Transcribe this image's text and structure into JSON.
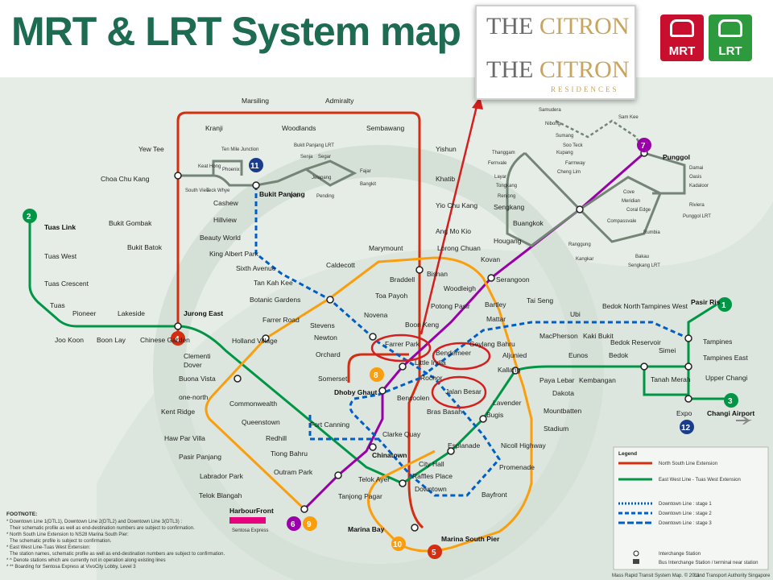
{
  "header": {
    "title": "MRT & LRT System map",
    "brand_the": "THE",
    "brand_citron": "CITRON",
    "brand_residences": "RESIDENCES",
    "mrt_logo": "MRT",
    "lrt_logo": "LRT"
  },
  "colors": {
    "north_south": "#d42e12",
    "east_west": "#009645",
    "north_east": "#9900aa",
    "circle": "#fa9e0d",
    "downtown": "#005ec4",
    "lrt": "#748477",
    "highlight": "#d51f1f"
  },
  "line_numbers": [
    "1",
    "2",
    "3",
    "4",
    "5",
    "6",
    "7",
    "8",
    "9",
    "10",
    "11",
    "12"
  ],
  "stations": [
    "Marsiling",
    "Admiralty",
    "Kranji",
    "Woodlands",
    "Sembawang",
    "Yew Tee",
    "Yishun",
    "Choa Chu Kang",
    "Khatib",
    "Bukit Gombak",
    "Yio Chu Kang",
    "Bukit Batok",
    "Ang Mo Kio",
    "Jurong East",
    "Tuas Link",
    "Tuas West",
    "Tuas Crescent",
    "Tuas",
    "Pioneer",
    "Lakeside",
    "Joo Koon",
    "Boon Lay",
    "Chinese Garden",
    "Clementi",
    "Dover",
    "Buona Vista",
    "one-north",
    "Commonwealth",
    "Kent Ridge",
    "Queenstown",
    "Haw Par Villa",
    "Redhill",
    "Pasir Panjang",
    "Tiong Bahru",
    "Labrador Park",
    "Outram Park",
    "Telok Blangah",
    "HarbourFront",
    "Tanjong Pagar",
    "Telok Ayer",
    "Chinatown",
    "Clarke Quay",
    "Raffles Place",
    "City Hall",
    "Downtown",
    "Bayfront",
    "Marina Bay",
    "Marina South Pier",
    "Esplanade",
    "Promenade",
    "Nicoll Highway",
    "Stadium",
    "Mountbatten",
    "Dakota",
    "Bugis",
    "Bras Basah",
    "Bencoolen",
    "Fort Canning",
    "Dhoby Ghaut",
    "Somerset",
    "Orchard",
    "Newton",
    "Stevens",
    "Holland Village",
    "Farrer Road",
    "Botanic Gardens",
    "Tan Kah Kee",
    "Sixth Avenue",
    "King Albert Park",
    "Beauty World",
    "Hillview",
    "Cashew",
    "Bukit Panjang",
    "Caldecott",
    "Marymount",
    "Bishan",
    "Braddell",
    "Toa Payoh",
    "Novena",
    "Lorong Chuan",
    "Woodleigh",
    "Potong Pasir",
    "Boon Keng",
    "Farrer Park",
    "Little India",
    "Rochor",
    "Jalan Besar",
    "Bendemeer",
    "Geylang Bahru",
    "Mattar",
    "Bartley",
    "Serangoon",
    "Kovan",
    "Hougang",
    "Buangkok",
    "Sengkang",
    "Punggol",
    "Tai Seng",
    "Ubi",
    "MacPherson",
    "Kaki Bukit",
    "Bedok North",
    "Bedok Reservoir",
    "Tampines West",
    "Tampines",
    "Tampines East",
    "Pasir Ris",
    "Simei",
    "Upper Changi",
    "Tanah Merah",
    "Expo",
    "Changi Airport",
    "Bedok",
    "Kembangan",
    "Eunos",
    "Paya Lebar",
    "Aljunied",
    "Kallang",
    "Lavender"
  ],
  "lrt_stations": [
    "Ten Mile Junction",
    "Phoenix",
    "Keat Hong",
    "Teck Whye",
    "South View",
    "Senja",
    "Segar",
    "Jelapang",
    "Fajar",
    "Bangkit",
    "Petir",
    "Pending",
    "Bukit Panjang LRT",
    "Samudera",
    "Nibong",
    "Sumang",
    "Soo Teck",
    "Sam Kee",
    "Thanggam",
    "Kupang",
    "Fernvale",
    "Farmway",
    "Layar",
    "Cheng Lim",
    "Tongkang",
    "Renjong",
    "Damai",
    "Oasis",
    "Kadaloor",
    "Riviera",
    "Punggol LRT",
    "Cove",
    "Meridian",
    "Compassvale",
    "Coral Edge",
    "Rumbia",
    "Ranggung",
    "Bakau",
    "Kangkar",
    "Sengkang LRT"
  ],
  "footnote": {
    "title": "FOOTNOTE:",
    "lines": [
      "* Downtown Line 1(DTL1), Downtown Line 2(DTL2) and Downtown Line 3(DTL3) :",
      "Their schematic profile as well as end-destination numbers are subject to confirmation.",
      "* North South Line Extension to NS28 Marina South Pier:",
      "The schematic profile is subject to confirmation.",
      "* East West Line-Tuas West Extension:",
      "The station names, schematic profile as well as end-destination numbers are subject to confirmation.",
      "* ^ Denote stations which are currently not in operation along existing lines",
      "* ** Boarding for Sentosa Express at VivoCity Lobby, Level 3"
    ]
  },
  "legend": {
    "title": "Legend",
    "items": [
      "North South Line Extension",
      "East West Line - Tuas West Extension",
      "Downtown Line : stage 1",
      "Downtown Line : stage 2",
      "Downtown Line : stage 3",
      "Interchange Station",
      "Bus Interchange Station / terminal near station"
    ]
  },
  "credit": "Mass Rapid Transit System Map. © 2011",
  "credit_org": "Land Transport Authority Singapore",
  "sentosa": "Sentosa Express"
}
